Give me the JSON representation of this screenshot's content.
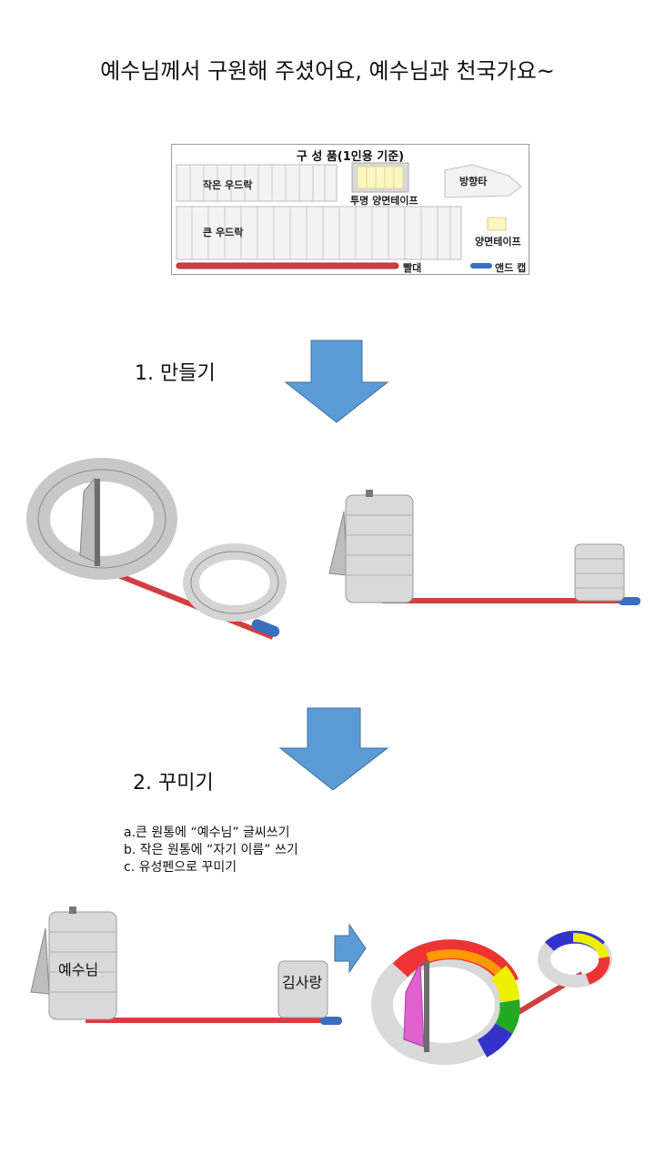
{
  "title": "예수님께서 구원해 주셨어요, 예수님과 천국가요~",
  "parts": {
    "header": "구 성 품(1인용 기준)",
    "small_ruler": "작은 우드락",
    "clear_tape": "투명 양면테이프",
    "rudder": "방향타",
    "big_ruler": "큰 우드락",
    "double_tape": "양면테이프",
    "straw": "빨대",
    "end_cap": "앤드 캡"
  },
  "steps": {
    "step1": "1. 만들기",
    "step2": "2. 꾸미기"
  },
  "instructions": [
    "a.큰 원통에 “예수님” 글씨쓰기",
    "b. 작은 원통에 “자기 이름” 쓰기",
    "c. 유성펜으로 꾸미기"
  ],
  "labels": {
    "big_drum": "예수님",
    "small_drum": "김사랑"
  },
  "colors": {
    "arrow": "#5b9bd5",
    "straw": "#d04040",
    "cap": "#3a6fc0",
    "drum": "#d9d9d9"
  }
}
